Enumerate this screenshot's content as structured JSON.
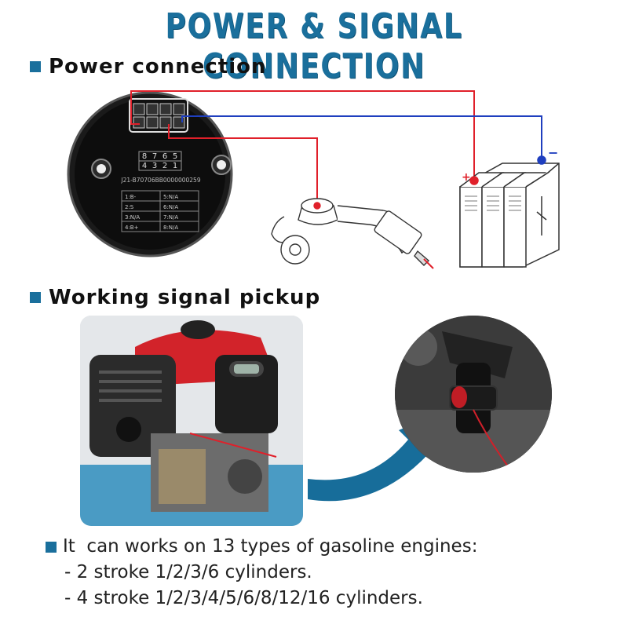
{
  "title": "POWER & SIGNAL CONNECTION",
  "sections": {
    "power": "Power connection",
    "signal": "Working signal pickup"
  },
  "gauge": {
    "pins_top": [
      "8",
      "7",
      "6",
      "5"
    ],
    "pins_bottom": [
      "4",
      "3",
      "2",
      "1"
    ],
    "part_number": "J21-B70706BB0000000259",
    "pin_table": [
      [
        "1:B-",
        "5:N/A"
      ],
      [
        "2:S",
        "6:N/A"
      ],
      [
        "3:N/A",
        "7:N/A"
      ],
      [
        "4:B+",
        "8:N/A"
      ]
    ]
  },
  "battery": {
    "plus": "+",
    "minus": "−"
  },
  "info": {
    "headline": "It  can works on 13 types of gasoline engines:",
    "lines": [
      "- 2 stroke 1/2/3/6 cylinders.",
      "- 4 stroke 1/2/3/4/5/6/8/12/16 cylinders."
    ]
  },
  "colors": {
    "accent": "#1a6f9c",
    "wire_positive": "#e0202a",
    "wire_negative": "#1f3fbf"
  }
}
